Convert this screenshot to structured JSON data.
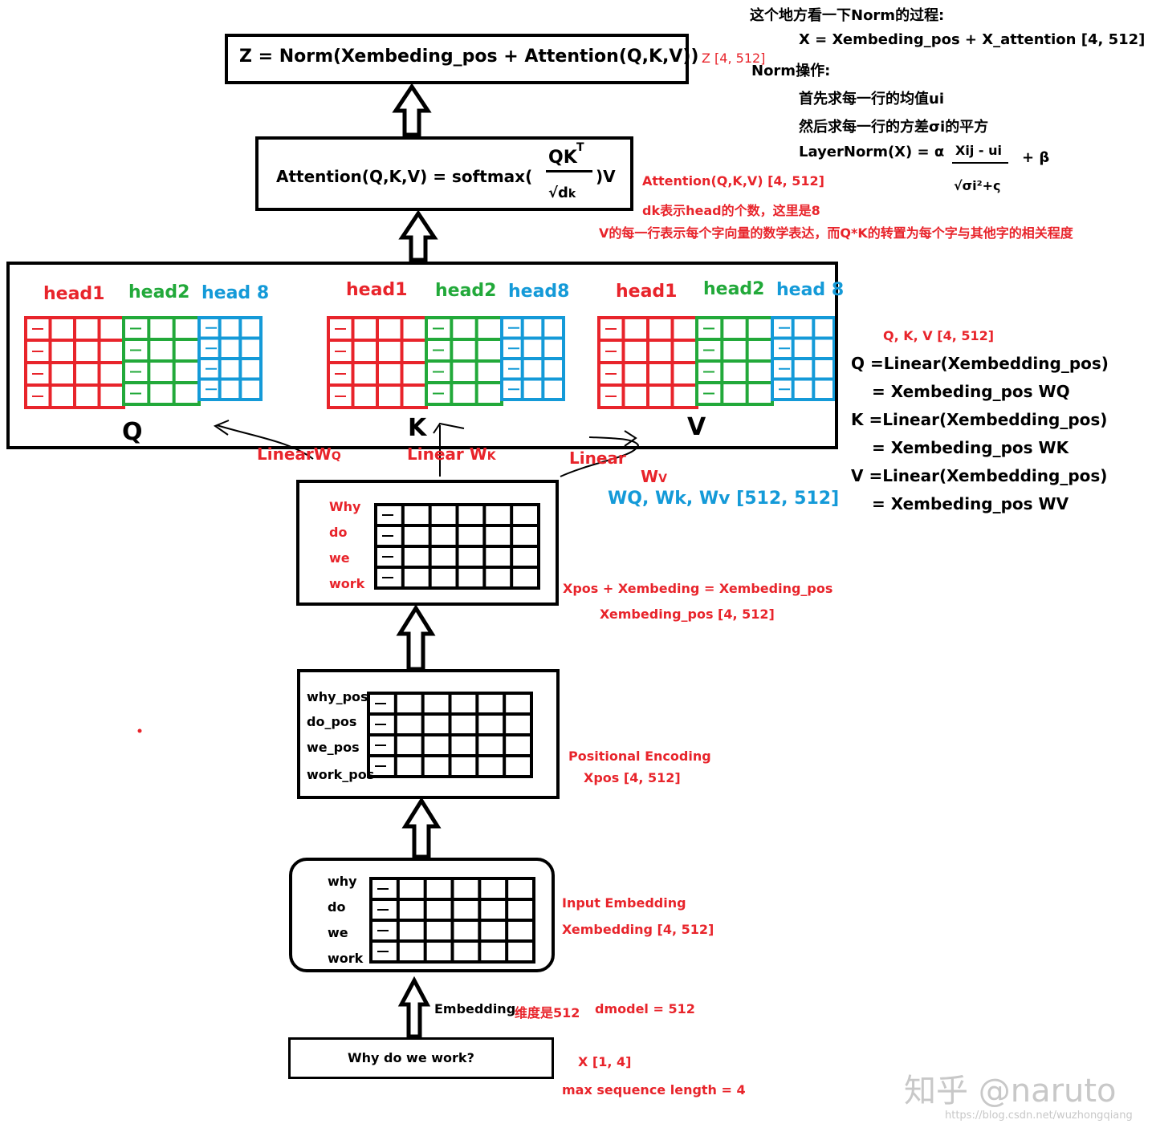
{
  "norm_box": {
    "formula": "Z = Norm(Xembeding_pos + Attention(Q,K,V))",
    "shape": "Z [4, 512]"
  },
  "norm_notes": {
    "title": "这个地方看一下Norm的过程:",
    "x_formula": "X = Xembeding_pos + X_attention  [4, 512]",
    "op_title": "Norm操作:",
    "step1": "首先求每一行的均值ui",
    "step2": "然后求每一行的方差σi的平方",
    "layernorm_prefix": "LayerNorm(X) = α",
    "frac_num": "Xij - ui",
    "frac_den": "√σi²+ς",
    "beta": "+ β"
  },
  "attention_box": {
    "prefix": "Attention(Q,K,V) = softmax(",
    "num": "QK",
    "sup": "T",
    "den": "√d",
    "den_sub": "k",
    "suffix": ")V"
  },
  "attention_notes": {
    "shape": "Attention(Q,K,V) [4, 512]",
    "dk": "dk表示head的个数，这里是8",
    "meaning": "V的每一行表示每个字向量的数学表达，而Q*K的转置为每个字与其他字的相关程度"
  },
  "qkv": {
    "groups": [
      {
        "label": "Q",
        "heads": [
          "head1",
          "head2",
          "head 8"
        ]
      },
      {
        "label": "K",
        "heads": [
          "head1",
          "head2",
          "head8"
        ]
      },
      {
        "label": "V",
        "heads": [
          "head1",
          "head2",
          "head 8"
        ]
      }
    ],
    "shape": "Q, K, V [4, 512]",
    "eq_q1": "Q =Linear(Xembedding_pos)",
    "eq_q2": "= Xembeding_pos WQ",
    "eq_k1": "K =Linear(Xembedding_pos)",
    "eq_k2": "= Xembeding_pos WK",
    "eq_v1": "V =Linear(Xembedding_pos)",
    "eq_v2": "= Xembeding_pos WV"
  },
  "linear": {
    "q_label": "Linear",
    "q_w": "W",
    "q_sub": "Q",
    "k_label": "Linear",
    "k_w": "W",
    "k_sub": "K",
    "v_label": "Linear",
    "v_w": "W",
    "v_sub": "V",
    "weights_shape": "WQ, Wk, Wv [512, 512]"
  },
  "embed_pos_box": {
    "rows": [
      "Why",
      "do",
      "we",
      "work"
    ],
    "note1": "Xpos + Xembeding = Xembeding_pos",
    "note2": "Xembeding_pos [4, 512]"
  },
  "pos_box": {
    "rows": [
      "why_pos",
      "do_pos",
      "we_pos",
      "work_pos"
    ],
    "note1": "Positional Encoding",
    "note2": "Xpos [4, 512]"
  },
  "input_embed_box": {
    "rows": [
      "why",
      "do",
      "we",
      "work"
    ],
    "note1": "Input Embedding",
    "note2": "Xembedding [4, 512]"
  },
  "embedding_arrow": {
    "label": "Embedding",
    "dim": "维度是512",
    "dmodel": "dmodel = 512"
  },
  "input_box": {
    "text": "Why do we work?",
    "shape": "X [1, 4]",
    "maxlen": "max sequence length = 4"
  },
  "watermark": {
    "brand": "知乎 @naruto",
    "url": "https://blog.csdn.net/wuzhongqiang"
  },
  "colors": {
    "red": "#e8242b",
    "green": "#22a93a",
    "blue": "#149ad8",
    "black": "#000000"
  }
}
